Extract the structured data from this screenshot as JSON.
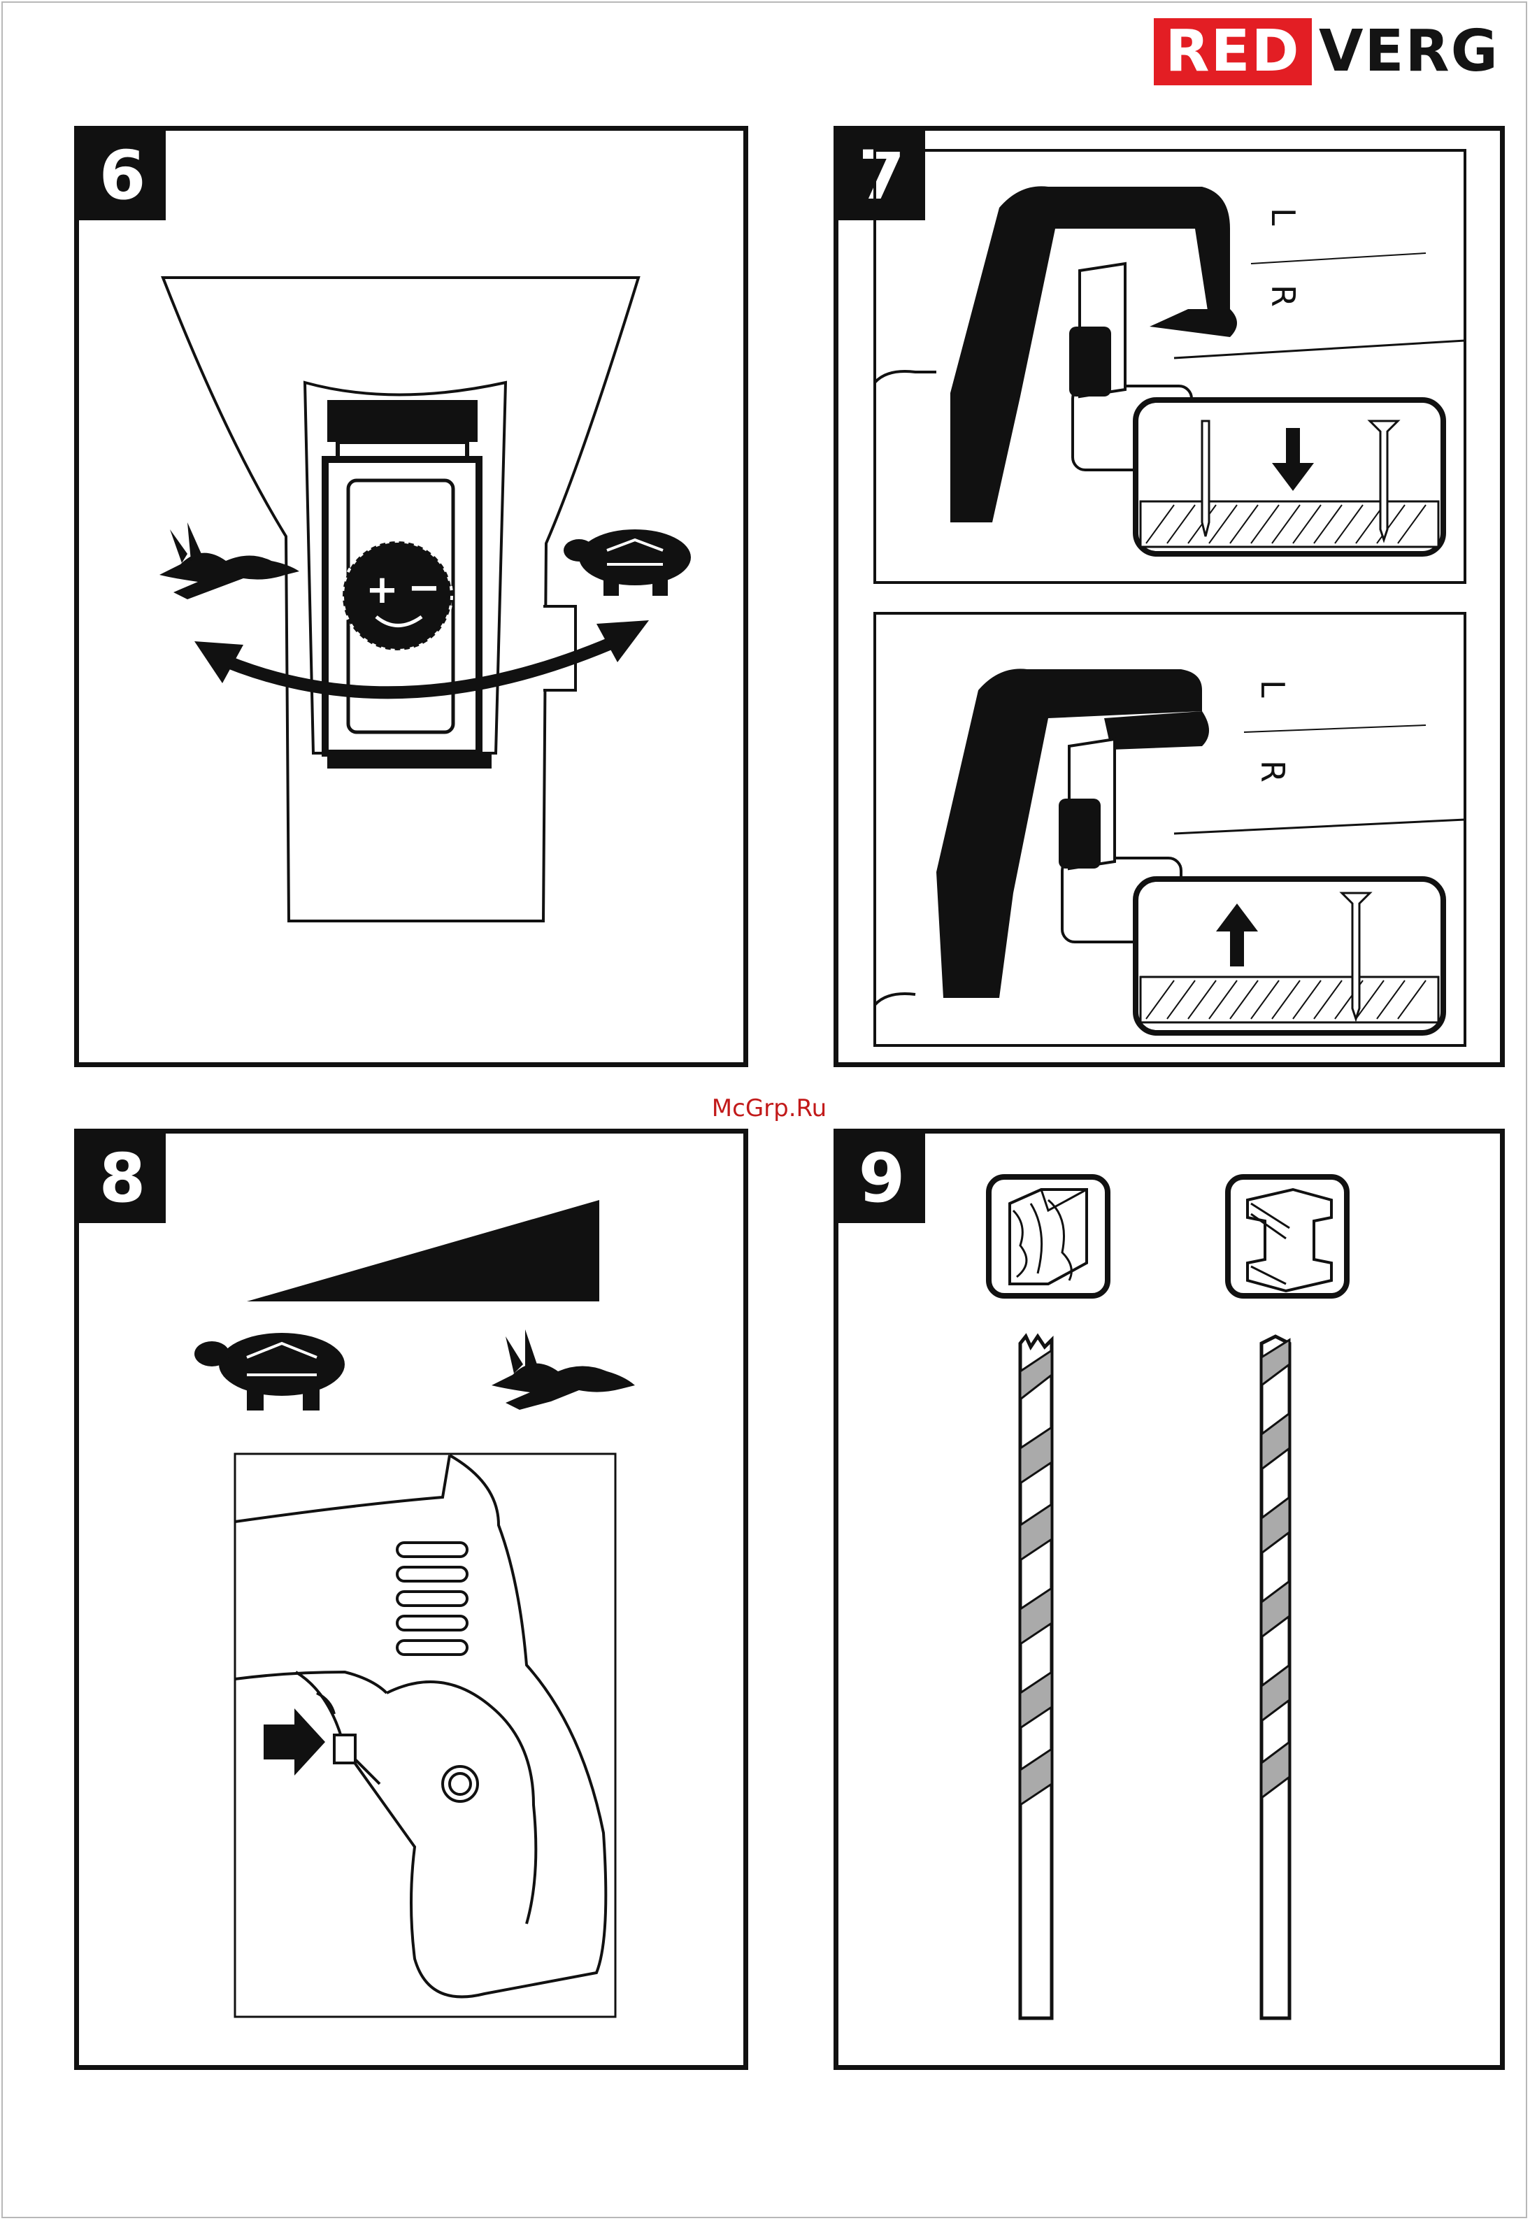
{
  "brand": {
    "part1": "RED",
    "part2": "VERG",
    "red_color": "#e31e24",
    "dark_color": "#141414"
  },
  "watermark": "McGrp.Ru",
  "panels": [
    {
      "number": "6",
      "icons": [
        "hare-icon",
        "tortoise-icon",
        "speed-dial-icon",
        "curved-double-arrow-icon"
      ],
      "dial_plus": "+",
      "dial_minus": "−"
    },
    {
      "number": "7",
      "icons": [
        "reverse-switch-icon",
        "drill-bit-icon",
        "screw-icon",
        "arrow-down-icon",
        "arrow-up-icon"
      ],
      "label_left": "L",
      "label_right": "R"
    },
    {
      "number": "8",
      "icons": [
        "speed-wedge-icon",
        "tortoise-icon",
        "hare-icon",
        "drill-handle-icon",
        "arrow-right-icon"
      ]
    },
    {
      "number": "9",
      "icons": [
        "wood-material-icon",
        "metal-beam-icon",
        "wood-drill-bit-icon",
        "metal-drill-bit-icon"
      ]
    }
  ]
}
